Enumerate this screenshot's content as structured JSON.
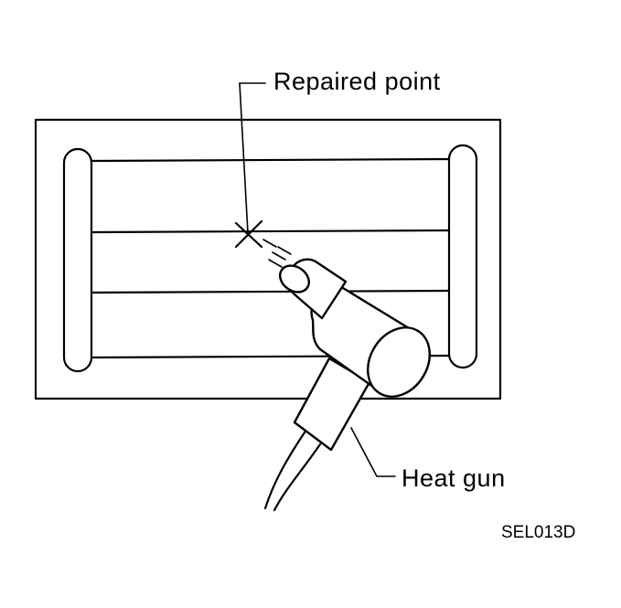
{
  "labels": {
    "repaired_point": "Repaired point",
    "heat_gun": "Heat gun",
    "figure_code": "SEL013D"
  },
  "colors": {
    "line": "#000000",
    "background": "#ffffff"
  }
}
